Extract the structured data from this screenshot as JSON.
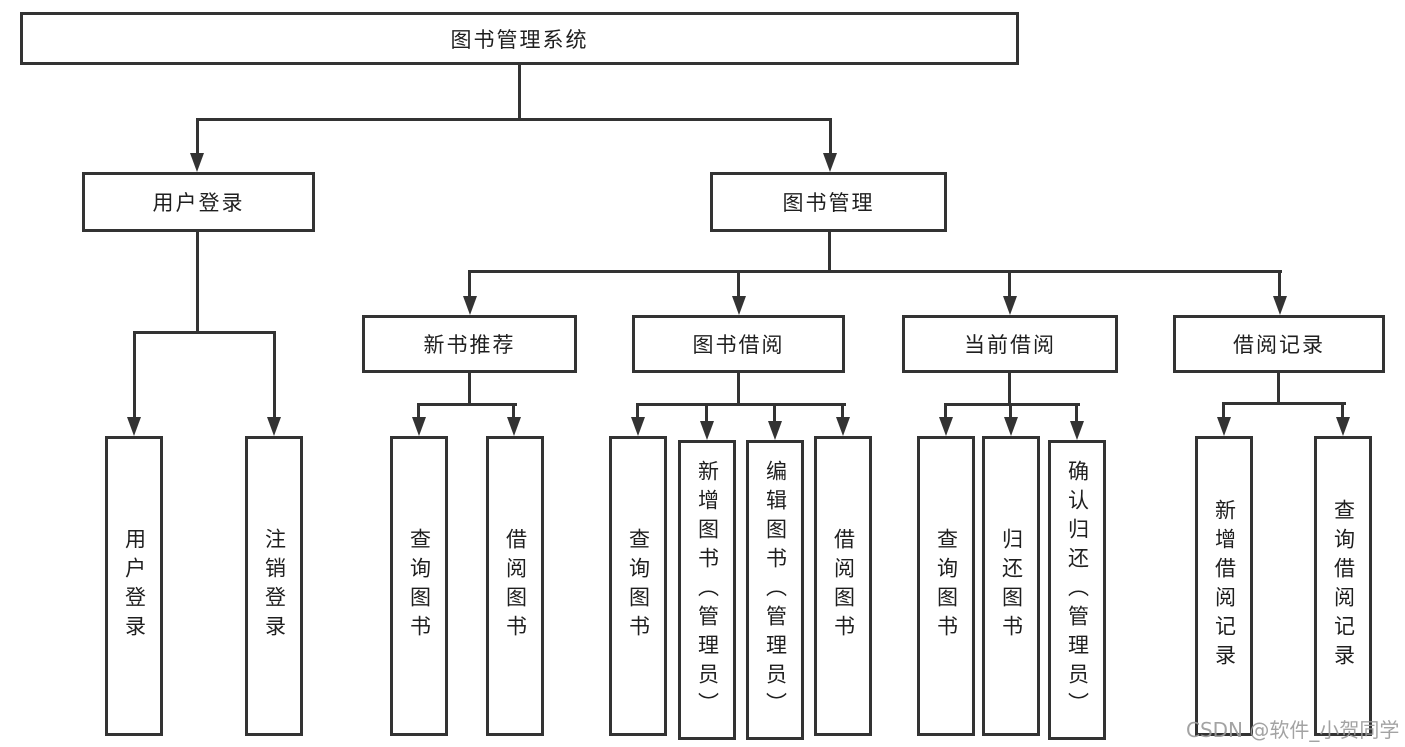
{
  "diagram": {
    "type": "hierarchy-flowchart",
    "colors": {
      "line": "#333333",
      "text": "#1f1f1f",
      "box_background": "#ffffff",
      "watermark": "#9c9c9c"
    },
    "tree": {
      "label": "图书管理系统",
      "children": [
        {
          "label": "用户登录",
          "children": [
            {
              "label": "用户登录"
            },
            {
              "label": "注销登录"
            }
          ]
        },
        {
          "label": "图书管理",
          "children": [
            {
              "label": "新书推荐",
              "children": [
                {
                  "label": "查询图书"
                },
                {
                  "label": "借阅图书"
                }
              ]
            },
            {
              "label": "图书借阅",
              "children": [
                {
                  "label": "查询图书"
                },
                {
                  "label": "新增图书（管理员）"
                },
                {
                  "label": "编辑图书（管理员）"
                },
                {
                  "label": "借阅图书"
                }
              ]
            },
            {
              "label": "当前借阅",
              "children": [
                {
                  "label": "查询图书"
                },
                {
                  "label": "归还图书"
                },
                {
                  "label": "确认归还（管理员）"
                }
              ]
            },
            {
              "label": "借阅记录",
              "children": [
                {
                  "label": "新增借阅记录"
                },
                {
                  "label": "查询借阅记录"
                }
              ]
            }
          ]
        }
      ]
    }
  },
  "watermark": {
    "text": "CSDN @软件_小贺同学"
  }
}
